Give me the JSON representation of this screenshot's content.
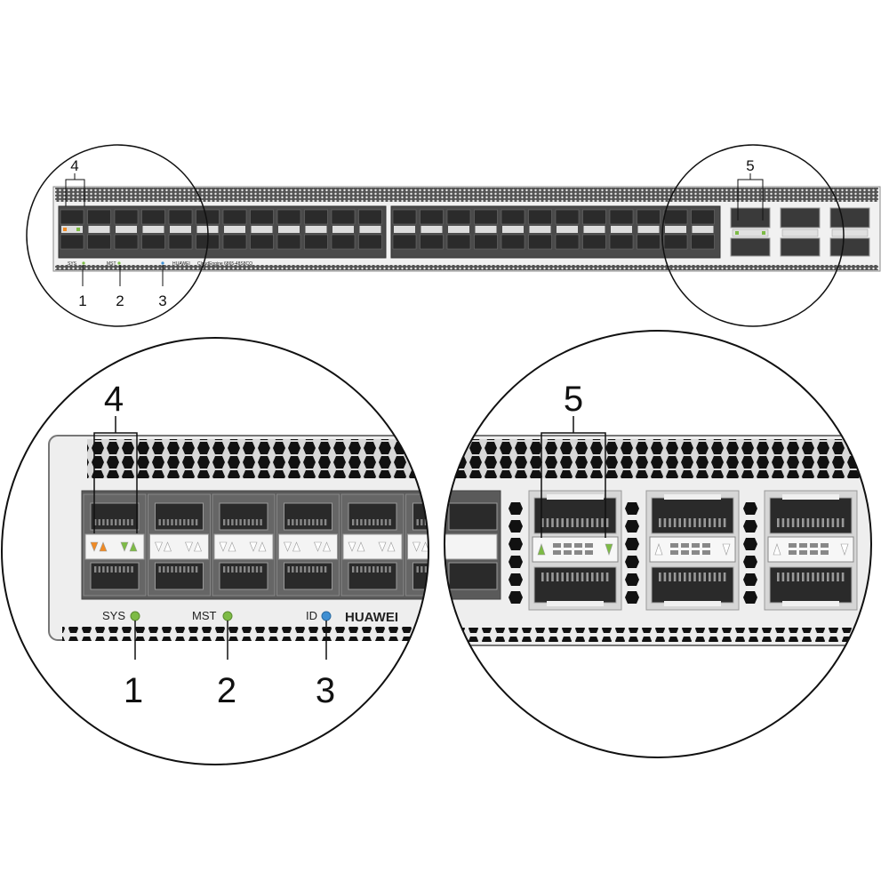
{
  "callouts": {
    "c1": "1",
    "c2": "2",
    "c3": "3",
    "c4": "4",
    "c5": "5"
  },
  "panel_labels": {
    "sys": "SYS",
    "mst": "MST",
    "id": "ID",
    "brand": "HUAWEI",
    "model": "CloudEngine 6865-48S8CQ"
  },
  "colors": {
    "sys_led": "#7dbb45",
    "mst_led": "#7dbb45",
    "id_led": "#3f8fd2",
    "port_led_orange": "#f08a24",
    "port_led_green": "#7dbb45"
  }
}
